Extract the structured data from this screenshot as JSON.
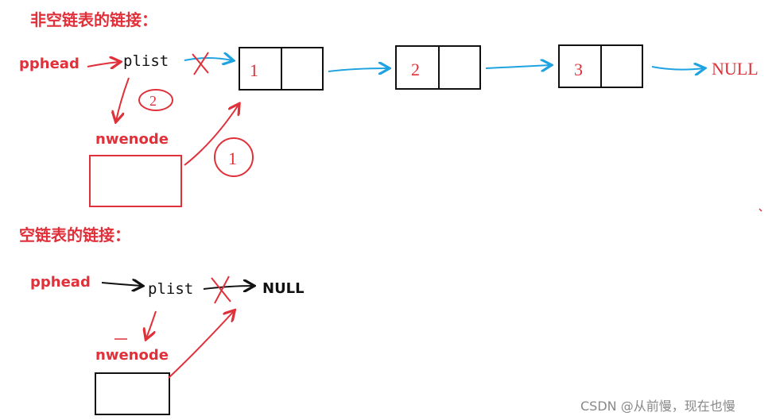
{
  "nonempty": {
    "title": "非空链表的链接：",
    "pphead": "pphead",
    "plist": "plist",
    "nodes": [
      "1",
      "2",
      "3"
    ],
    "null_label": "NULL",
    "newnode": "nwenode",
    "step_new_to_first": "1",
    "step_plist_to_new": "2"
  },
  "empty": {
    "title": "空链表的链接：",
    "pphead": "pphead",
    "plist": "plist",
    "null_label": "NULL",
    "newnode": "nwenode"
  },
  "watermark": "CSDN @从前慢，现在也慢",
  "colors": {
    "red": "#e0303a",
    "blue": "#1fa3e0",
    "black": "#111111",
    "watermark": "#888888"
  }
}
